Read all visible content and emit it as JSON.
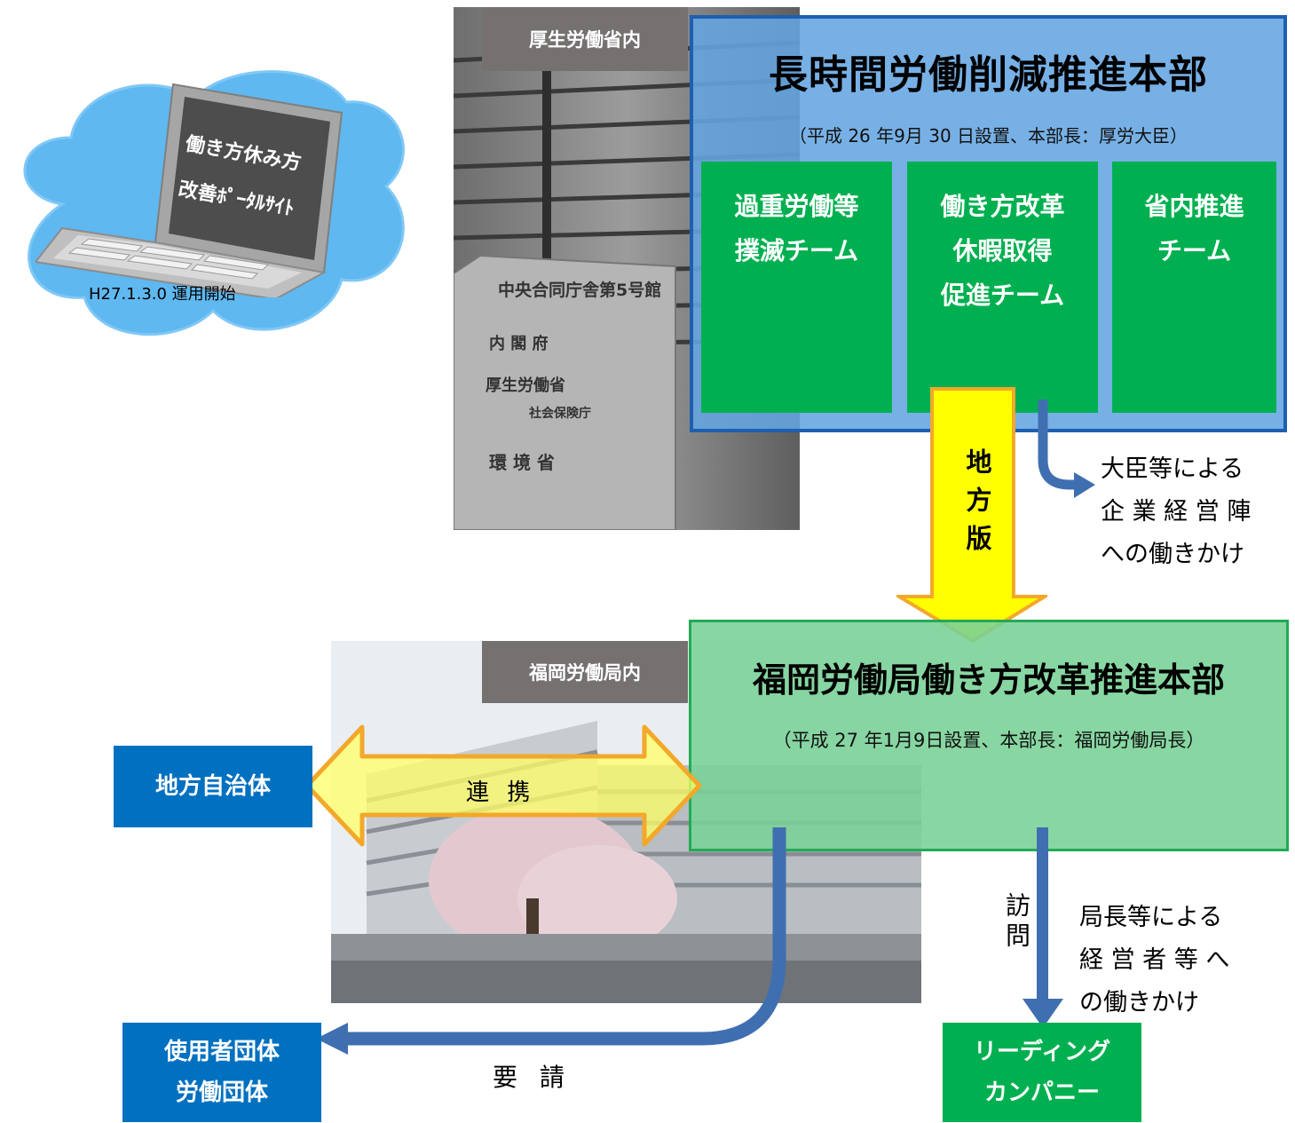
{
  "portal": {
    "screen_line1": "働き方休み方",
    "screen_line2": "改善ﾎﾟｰﾀﾙｻｲﾄ",
    "start_date": "H27.1.3.0 運用開始"
  },
  "ministry": {
    "tag": "厚生労働省内",
    "hq_title": "長時間労働削減推進本部",
    "hq_subtitle": "（平成 26 年9月 30 日設置、本部長：厚労大臣）",
    "teams": [
      "過重労働等\n撲滅チーム",
      "働き方改革\n休暇取得\n促進チーム",
      "省内推進\nチーム"
    ]
  },
  "arrow_regional": "地方版",
  "minister_action": "大臣等による\n企 業 経 営 陣\nへの働きかけ",
  "fukuoka": {
    "tag": "福岡労働局内",
    "hq_title": "福岡労働局働き方改革推進本部",
    "hq_subtitle": "（平成 27 年1月9日設置、本部長：福岡労働局長）"
  },
  "local_gov": "地方自治体",
  "cooperation": "連 携",
  "employer_groups": "使用者団体\n労働団体",
  "request": "要 請",
  "visit": "訪問",
  "director_action": "局長等による\n経 営 者 等 へ\nの働きかけ",
  "leading_company": "リーディング\nカンパニー",
  "colors": {
    "ministry_box": "#64a5e1",
    "team_green": "#00b050",
    "fukuoka_box": "#78d296",
    "blue_box": "#0070c0",
    "tag_gray": "#767171",
    "arrow_yellow": "#ffff00",
    "arrow_blue": "#3f6fb0"
  }
}
